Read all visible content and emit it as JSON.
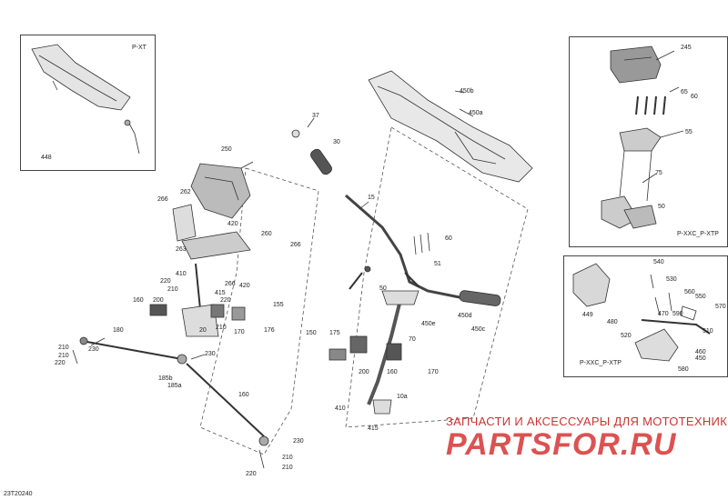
{
  "figure_ref": "23T20240",
  "insets": [
    {
      "id": "p-xt",
      "label": "P-XT",
      "callouts": [
        {
          "text": "448"
        }
      ]
    },
    {
      "id": "p-xxc-p-xtp-top",
      "label": "P-XXC_P-XTP",
      "callouts": [
        {
          "text": "245"
        },
        {
          "text": "65"
        },
        {
          "text": "60"
        },
        {
          "text": "55"
        },
        {
          "text": "75"
        },
        {
          "text": "50"
        }
      ]
    },
    {
      "id": "p-xxc-p-xtp-bottom",
      "label": "P-XXC_P-XTP",
      "callouts": [
        {
          "text": "540"
        },
        {
          "text": "530"
        },
        {
          "text": "560"
        },
        {
          "text": "550"
        },
        {
          "text": "570"
        },
        {
          "text": "449"
        },
        {
          "text": "470"
        },
        {
          "text": "590"
        },
        {
          "text": "480"
        },
        {
          "text": "510"
        },
        {
          "text": "520"
        },
        {
          "text": "460"
        },
        {
          "text": "450"
        },
        {
          "text": "580"
        }
      ]
    }
  ],
  "callouts": [
    {
      "text": "450b"
    },
    {
      "text": "450a"
    },
    {
      "text": "37"
    },
    {
      "text": "30"
    },
    {
      "text": "15"
    },
    {
      "text": "60"
    },
    {
      "text": "51"
    },
    {
      "text": "50"
    },
    {
      "text": "250"
    },
    {
      "text": "266"
    },
    {
      "text": "262"
    },
    {
      "text": "420"
    },
    {
      "text": "260"
    },
    {
      "text": "266"
    },
    {
      "text": "263"
    },
    {
      "text": "410"
    },
    {
      "text": "220"
    },
    {
      "text": "210"
    },
    {
      "text": "266"
    },
    {
      "text": "420"
    },
    {
      "text": "415"
    },
    {
      "text": "220"
    },
    {
      "text": "155"
    },
    {
      "text": "160"
    },
    {
      "text": "200"
    },
    {
      "text": "20"
    },
    {
      "text": "210"
    },
    {
      "text": "170"
    },
    {
      "text": "176"
    },
    {
      "text": "180"
    },
    {
      "text": "210"
    },
    {
      "text": "230"
    },
    {
      "text": "210"
    },
    {
      "text": "220"
    },
    {
      "text": "230"
    },
    {
      "text": "185b"
    },
    {
      "text": "185a"
    },
    {
      "text": "160"
    },
    {
      "text": "150"
    },
    {
      "text": "175"
    },
    {
      "text": "70"
    },
    {
      "text": "200"
    },
    {
      "text": "160"
    },
    {
      "text": "170"
    },
    {
      "text": "10a"
    },
    {
      "text": "410"
    },
    {
      "text": "415"
    },
    {
      "text": "450e"
    },
    {
      "text": "450d"
    },
    {
      "text": "450c"
    },
    {
      "text": "230"
    },
    {
      "text": "210"
    },
    {
      "text": "220"
    },
    {
      "text": "210"
    }
  ],
  "watermark": {
    "caption": "ЗАПЧАСТИ И АКСЕССУАРЫ ДЛЯ МОТОТЕХНИКИ",
    "logo": "PARTSFOR.RU"
  }
}
